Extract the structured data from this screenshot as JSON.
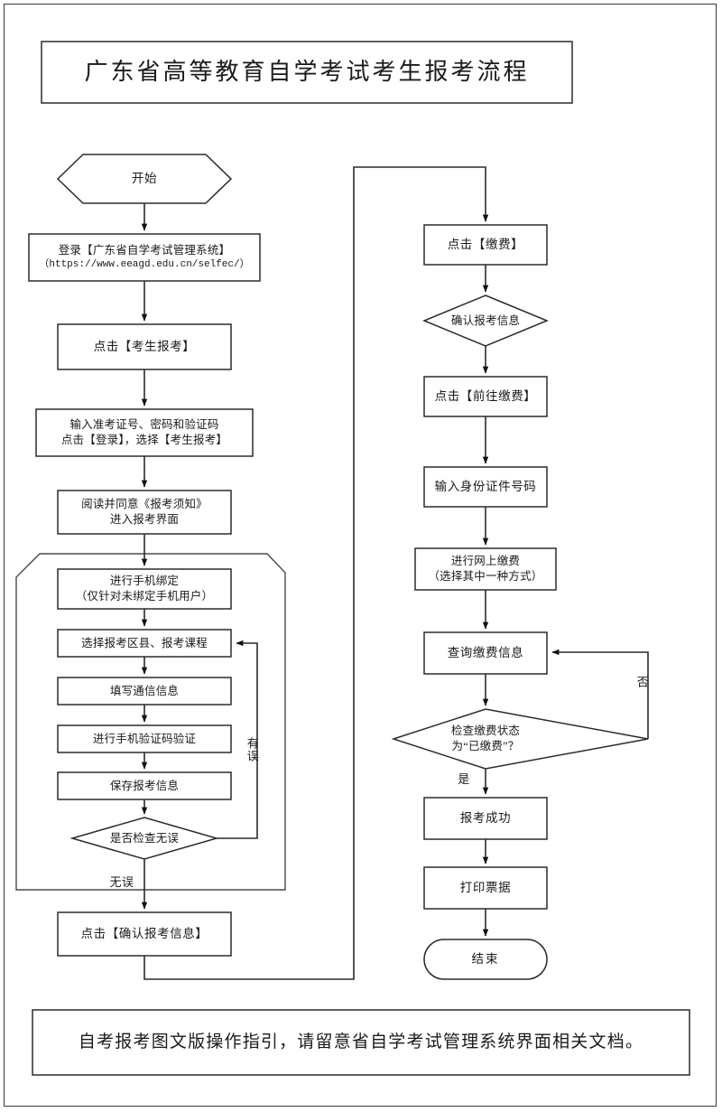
{
  "document": {
    "title": "广东省高等教育自学考试考生报考流程",
    "footer_note": "自考报考图文版操作指引，请留意省自学考试管理系统界面相关文档。"
  },
  "flowchart": {
    "type": "flowchart",
    "orientation": "two-column, left column top-to-bottom then right column top-to-bottom",
    "nodes": {
      "start": {
        "shape": "hexagon",
        "label": "开始"
      },
      "login": {
        "shape": "process",
        "line1": "登录【广东省自学考试管理系统】",
        "line2": "（https://www.eeagd.edu.cn/selfec/）"
      },
      "click_candidate_apply": {
        "shape": "process",
        "label": "点击【考生报考】"
      },
      "enter_credentials": {
        "shape": "process",
        "line1": "输入准考证号、密码和验证码",
        "line2": "点击【登录】，选择【考生报考】"
      },
      "read_notice": {
        "shape": "process",
        "line1": "阅读并同意《报考须知》",
        "line2": "进入报考界面"
      },
      "bind_phone": {
        "shape": "process",
        "line1": "进行手机绑定",
        "line2": "（仅针对未绑定手机用户）"
      },
      "select_district_course": {
        "shape": "process",
        "label": "选择报考区县、报考课程"
      },
      "fill_contact": {
        "shape": "process",
        "label": "填写通信信息"
      },
      "verify_sms_code": {
        "shape": "process",
        "label": "进行手机验证码验证"
      },
      "save_application": {
        "shape": "process",
        "label": "保存报考信息"
      },
      "check_correct": {
        "shape": "decision",
        "label": "是否检查无误"
      },
      "confirm_application": {
        "shape": "process",
        "label": "点击【确认报考信息】"
      },
      "click_pay": {
        "shape": "process",
        "label": "点击【缴费】"
      },
      "confirm_info": {
        "shape": "decision",
        "label": "确认报考信息"
      },
      "click_goto_pay": {
        "shape": "process",
        "label": "点击【前往缴费】"
      },
      "enter_id_number": {
        "shape": "process",
        "label": "输入身份证件号码"
      },
      "online_payment": {
        "shape": "process",
        "line1": "进行网上缴费",
        "line2": "（选择其中一种方式）"
      },
      "query_payment": {
        "shape": "process",
        "label": "查询缴费信息"
      },
      "check_paid_status": {
        "shape": "decision",
        "line1": "检查缴费状态",
        "line2": "为“已缴费”？"
      },
      "apply_success": {
        "shape": "process",
        "label": "报考成功"
      },
      "print_receipt": {
        "shape": "process",
        "label": "打印票据"
      },
      "end": {
        "shape": "terminator",
        "label": "结束"
      }
    },
    "edge_labels": {
      "check_correct_no": "有误",
      "check_correct_yes": "无误",
      "paid_status_no": "否",
      "paid_status_yes": "是"
    },
    "group_box": {
      "shape": "chamfered-rectangle",
      "contains": [
        "bind_phone",
        "select_district_course",
        "fill_contact",
        "verify_sms_code",
        "save_application",
        "check_correct"
      ]
    }
  },
  "colors": {
    "stroke": "#2b2b2b",
    "text": "#1a1a1a",
    "background": "#ffffff",
    "frame": "#3a3a3a"
  }
}
